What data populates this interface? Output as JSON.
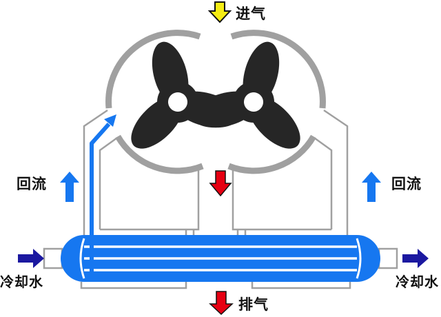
{
  "diagram": {
    "labels": {
      "intake": "进气",
      "backflow_left": "回流",
      "backflow_right": "回流",
      "cooling_water_left": "冷却水",
      "cooling_water_right": "冷却水",
      "exhaust": "排气"
    },
    "colors": {
      "casing_gray": "#a0a0a0",
      "line_gray": "#a0a0a0",
      "rotor_dark": "#262626",
      "flow_blue": "#1677f0",
      "water_navy": "#1b18a0",
      "intake_yellow": "#f5ec13",
      "exhaust_red": "#e60012"
    }
  }
}
